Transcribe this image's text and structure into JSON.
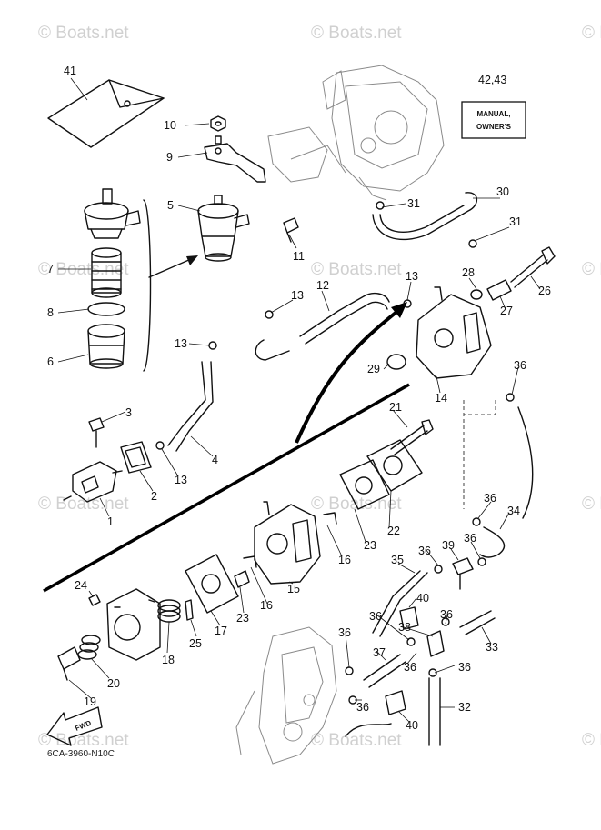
{
  "watermark": "© Boats.net",
  "manual_label_line1": "MANUAL,",
  "manual_label_line2": "OWNER'S",
  "fwd_label": "FWD",
  "diagram_code": "6CA-3960-N10C",
  "callouts": {
    "p41": "41",
    "p42_43": "42,43",
    "p10": "10",
    "p9": "9",
    "p5": "5",
    "p7": "7",
    "p8": "8",
    "p6": "6",
    "p11": "11",
    "p31a": "31",
    "p30": "30",
    "p31b": "31",
    "p13a": "13",
    "p12": "12",
    "p13b": "13",
    "p13c": "13",
    "p28": "28",
    "p26": "26",
    "p27": "27",
    "p29": "29",
    "p14": "14",
    "p36a": "36",
    "p3": "3",
    "p2": "2",
    "p13d": "13",
    "p4": "4",
    "p1": "1",
    "p21": "21",
    "p22": "22",
    "p23a": "23",
    "p16a": "16",
    "p36b": "36",
    "p34": "34",
    "p36c": "36",
    "p39": "39",
    "p36d": "36",
    "p35": "35",
    "p24": "24",
    "p17": "17",
    "p23b": "23",
    "p16b": "16",
    "p15": "15",
    "p40a": "40",
    "p36e": "36",
    "p38": "38",
    "p36f": "36",
    "p33": "33",
    "p25": "25",
    "p18": "18",
    "p20": "20",
    "p19": "19",
    "p36g": "36",
    "p37": "37",
    "p36h": "36",
    "p36i": "36",
    "p32": "32",
    "p40b": "40"
  }
}
